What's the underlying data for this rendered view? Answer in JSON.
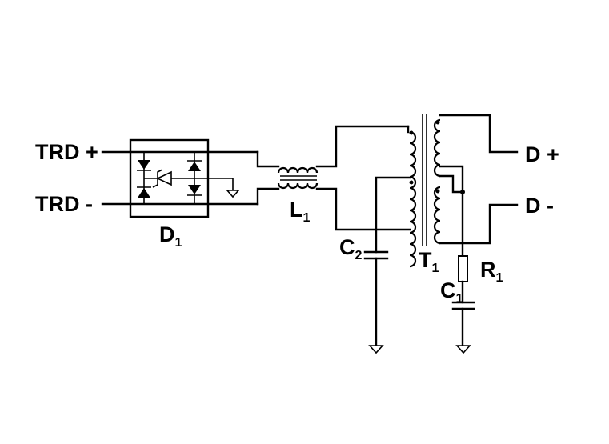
{
  "labels": {
    "trd_plus": "TRD +",
    "trd_minus": "TRD -",
    "d_plus": "D +",
    "d_minus": "D -"
  },
  "components": {
    "d1": {
      "letter": "D",
      "sub": "1"
    },
    "l1": {
      "letter": "L",
      "sub": "1"
    },
    "c2": {
      "letter": "C",
      "sub": "2"
    },
    "t1": {
      "letter": "T",
      "sub": "1"
    },
    "r1": {
      "letter": "R",
      "sub": "1"
    },
    "c1": {
      "letter": "C",
      "sub": "1"
    }
  }
}
